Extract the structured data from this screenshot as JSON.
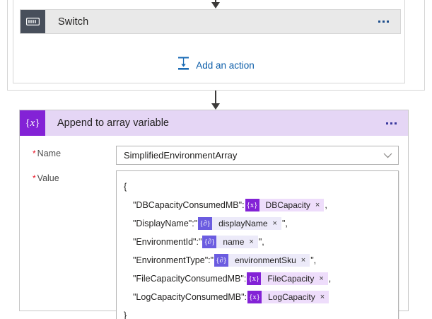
{
  "app": {
    "name": "Power Automate Flow Designer",
    "colors": {
      "variable_badge": "#8322d6",
      "variable_body": "#eeddfb",
      "expression_badge": "#6b5ce0",
      "expression_body": "#eceaf9",
      "append_header_bg": "#e5d6f5",
      "switch_icon_bg": "#484f5b",
      "switch_card_bg": "#e9e9e9",
      "link_blue": "#0a5ca8",
      "required_red": "#e81123",
      "connector": "#3b3a39"
    }
  },
  "switch_card": {
    "title": "Switch",
    "icon": "switch-icon",
    "menu_icon": "ellipsis-icon"
  },
  "add_action": {
    "label": "Add an action",
    "icon": "insert-action-icon"
  },
  "append_card": {
    "title": "Append to array variable",
    "icon": "variable-braces-icon",
    "menu_icon": "ellipsis-icon",
    "fields": {
      "name": {
        "label": "Name",
        "required_marker": "*",
        "value": "SimplifiedEnvironmentArray",
        "dropdown_icon": "chevron-down-icon"
      },
      "value": {
        "label": "Value",
        "required_marker": "*"
      }
    },
    "value_json": {
      "open_brace": "{",
      "close_brace": "}",
      "lines": [
        {
          "key": "\"DBCapacityConsumedMB\":",
          "quote_open": "",
          "token": {
            "type": "variable",
            "glyph": "{x}",
            "name": "DBCapacity",
            "remove": "×"
          },
          "quote_close": "",
          "trailing": ","
        },
        {
          "key": "\"DisplayName\":",
          "quote_open": "\"",
          "token": {
            "type": "expression",
            "glyph": "{∂}",
            "name": "displayName",
            "remove": "×"
          },
          "quote_close": "\"",
          "trailing": ","
        },
        {
          "key": "\"EnvironmentId\":",
          "quote_open": "\"",
          "token": {
            "type": "expression",
            "glyph": "{∂}",
            "name": "name",
            "remove": "×"
          },
          "quote_close": "\"",
          "trailing": ","
        },
        {
          "key": "\"EnvironmentType\":",
          "quote_open": "\"",
          "token": {
            "type": "expression",
            "glyph": "{∂}",
            "name": "environmentSku",
            "remove": "×"
          },
          "quote_close": "\"",
          "trailing": ","
        },
        {
          "key": "\"FileCapacityConsumedMB\":",
          "quote_open": "",
          "token": {
            "type": "variable",
            "glyph": "{x}",
            "name": "FileCapacity",
            "remove": "×"
          },
          "quote_close": "",
          "trailing": ","
        },
        {
          "key": "\"LogCapacityConsumedMB\":",
          "quote_open": "",
          "token": {
            "type": "variable",
            "glyph": "{x}",
            "name": "LogCapacity",
            "remove": "×"
          },
          "quote_close": "",
          "trailing": ""
        }
      ]
    }
  }
}
